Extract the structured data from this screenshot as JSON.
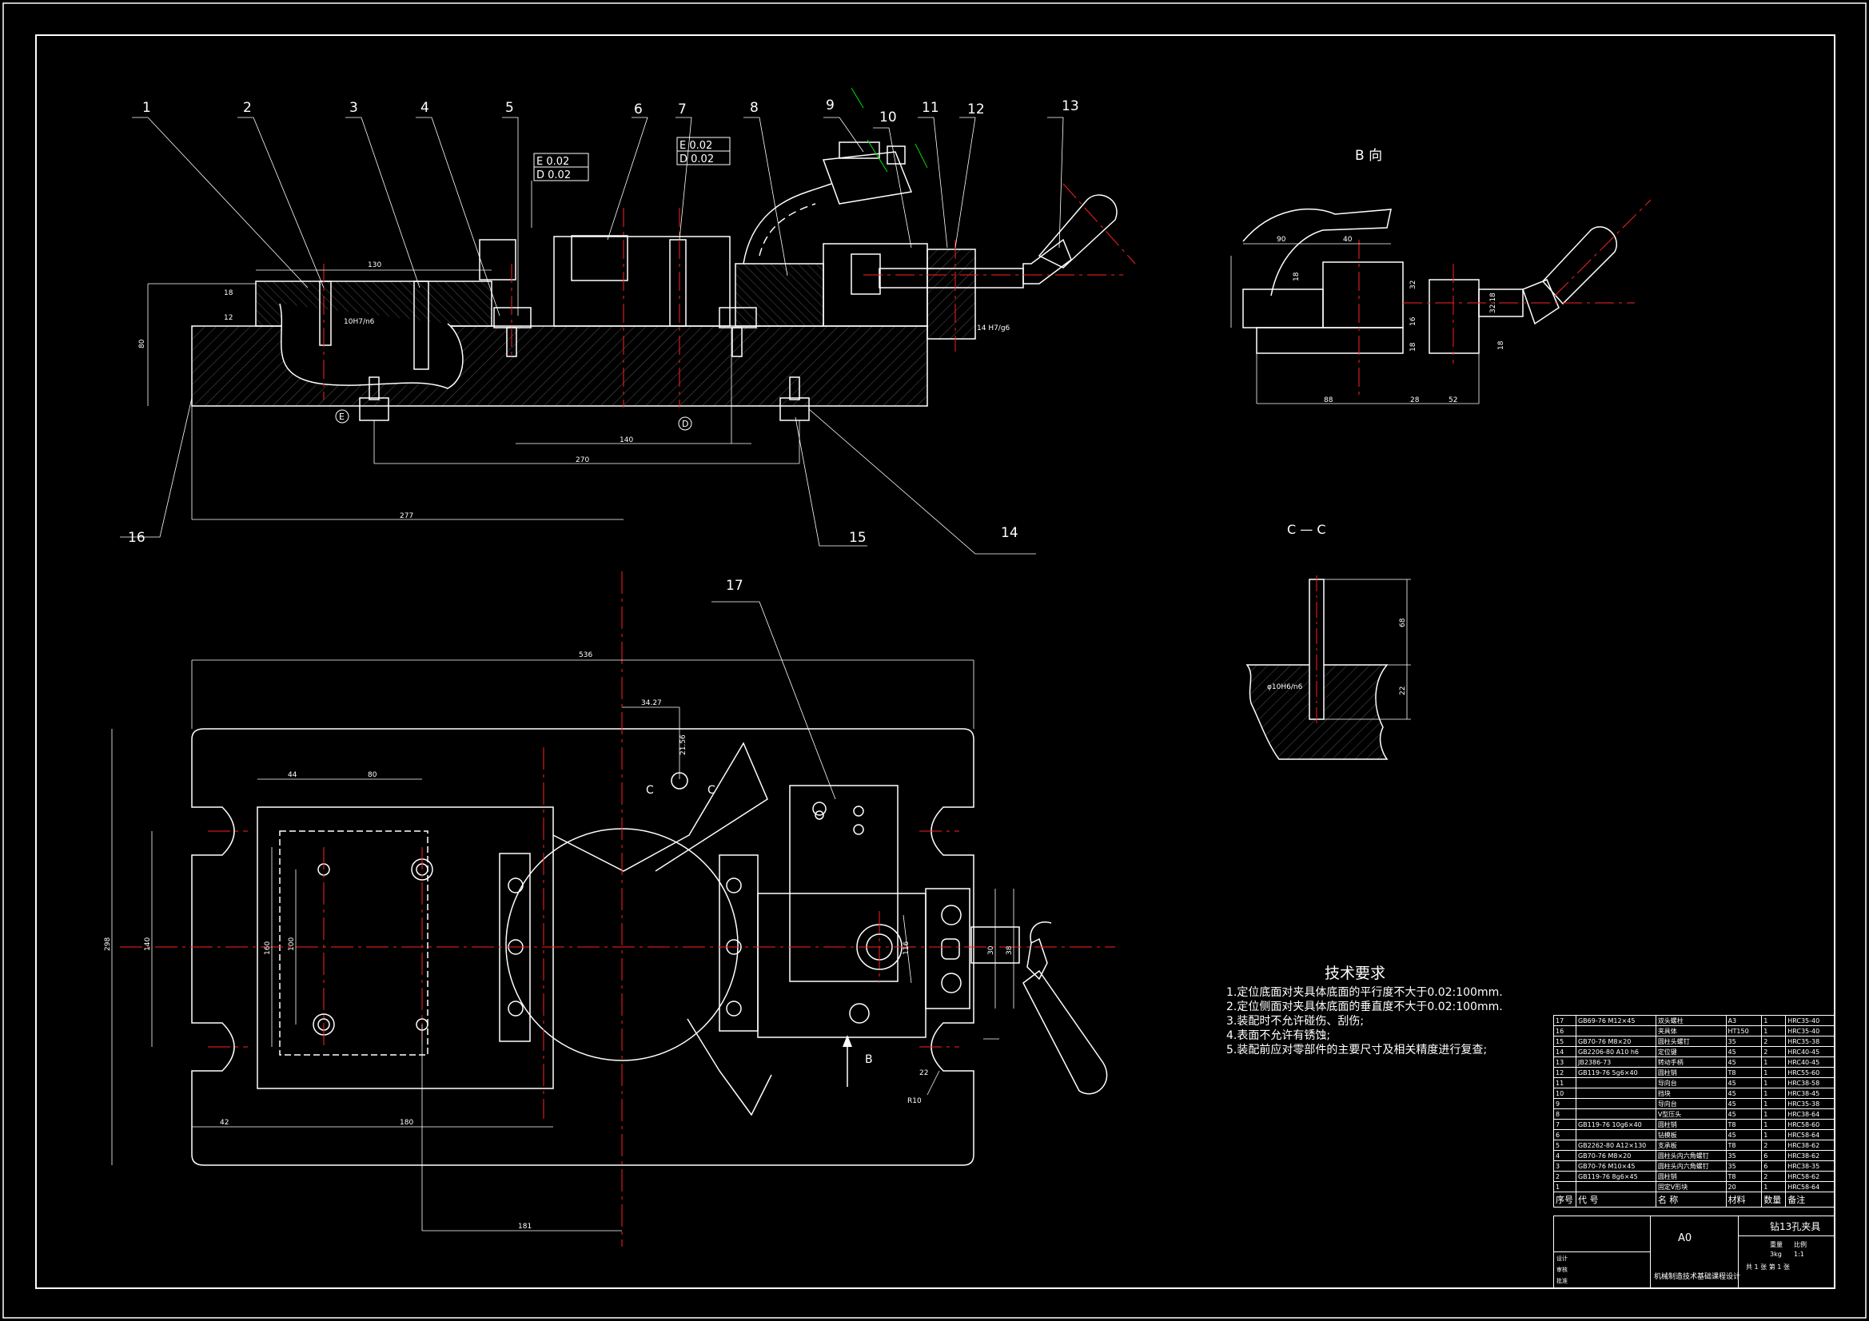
{
  "views": {
    "b_view_label": "B 向",
    "c_section_label": "C — C",
    "datum_d": "D",
    "datum_e": "E",
    "section_arrow_c": "C",
    "view_arrow_b": "B"
  },
  "balloons": [
    "1",
    "2",
    "3",
    "4",
    "5",
    "6",
    "7",
    "8",
    "9",
    "10",
    "11",
    "12",
    "13",
    "14",
    "15",
    "16",
    "17"
  ],
  "tolerance_frames": [
    {
      "row1": "E 0.02",
      "row2": "D 0.02"
    },
    {
      "row1": "E 0.02",
      "row2": "D 0.02"
    }
  ],
  "dimensions": {
    "front": [
      "130",
      "18",
      "12",
      "80",
      "10H7/n6",
      "270",
      "140",
      "277",
      "14 H7/g6"
    ],
    "plan": [
      "536",
      "34.27",
      "21.56",
      "44",
      "80",
      "140",
      "160",
      "100",
      "298",
      "42",
      "180",
      "181",
      "22",
      "R10",
      "116",
      "30",
      "38"
    ],
    "b_view": [
      "90",
      "40",
      "18",
      "32",
      "16",
      "18",
      "18",
      "32.18",
      "88",
      "28",
      "52"
    ],
    "c_section": [
      "φ10H6/n6",
      "68",
      "22"
    ]
  },
  "tech_requirements": {
    "title": "技术要求",
    "items": [
      "1.定位底面对夹具体底面的平行度不大于0.02:100mm.",
      "2.定位侧面对夹具体底面的垂直度不大于0.02:100mm.",
      "3.装配时不允许碰伤、刮伤;",
      "4.表面不允许有锈蚀;",
      "5.装配前应对零部件的主要尺寸及相关精度进行复查;"
    ]
  },
  "bom": {
    "rows": [
      [
        "17",
        "GB69-76  M12×45",
        "双头螺柱",
        "A3",
        "1",
        "HRC35-40"
      ],
      [
        "16",
        "",
        "夹具体",
        "HT150",
        "1",
        "HRC35-40"
      ],
      [
        "15",
        "GB70-76  M8×20",
        "圆柱头螺钉",
        "35",
        "2",
        "HRC35-38"
      ],
      [
        "14",
        "GB2206-80  A10 h6",
        "定位键",
        "45",
        "2",
        "HRC40-45"
      ],
      [
        "13",
        "JB2386-73",
        "转动手柄",
        "45",
        "1",
        "HRC40-45"
      ],
      [
        "12",
        "GB119-76  5g6×40",
        "圆柱销",
        "T8",
        "1",
        "HRC55-60"
      ],
      [
        "11",
        "",
        "导向台",
        "45",
        "1",
        "HRC38-58"
      ],
      [
        "10",
        "",
        "挡块",
        "45",
        "1",
        "HRC38-45"
      ],
      [
        "9",
        "",
        "导向台",
        "45",
        "1",
        "HRC35-38"
      ],
      [
        "8",
        "",
        "V型压头",
        "45",
        "1",
        "HRC38-64"
      ],
      [
        "7",
        "GB119-76  10g6×40",
        "圆柱销",
        "T8",
        "1",
        "HRC58-60"
      ],
      [
        "6",
        "",
        "钻模板",
        "45",
        "1",
        "HRC58-64"
      ],
      [
        "5",
        "GB2262-80  A12×130",
        "支承板",
        "T8",
        "2",
        "HRC38-62"
      ],
      [
        "4",
        "GB70-76  M8×20",
        "圆柱头内六角螺钉",
        "35",
        "6",
        "HRC38-62"
      ],
      [
        "3",
        "GB70-76  M10×45",
        "圆柱头内六角螺钉",
        "35",
        "6",
        "HRC38-35"
      ],
      [
        "2",
        "GB119-76  8g6×45",
        "圆柱销",
        "T8",
        "2",
        "HRC58-62"
      ],
      [
        "1",
        "",
        "固定V形块",
        "20",
        "1",
        "HRC58-64"
      ]
    ],
    "header": [
      "序号",
      "代 号",
      "名 称",
      "材料",
      "数量",
      "备注"
    ]
  },
  "title_block": {
    "part_name": "钻13孔夹具",
    "sheet_size": "A0",
    "course": "机械制造技术基础课程设计",
    "scale": "1:1",
    "weight": "3kg",
    "scale_label": "比例",
    "weight_label": "重量",
    "sheet_info": "共 1 张  第 1 张",
    "designer_label": "设计",
    "checker_label": "审核",
    "approver_label": "批准"
  },
  "colors": {
    "line": "#ffffff",
    "centerline": "#ff2020",
    "dimension_accent": "#00e000",
    "background": "#000000"
  }
}
